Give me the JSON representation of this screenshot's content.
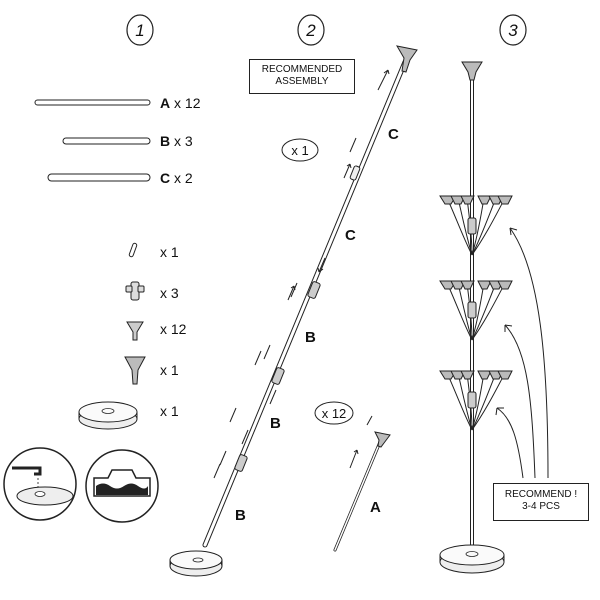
{
  "steps": [
    "1",
    "2",
    "3"
  ],
  "parts": [
    {
      "letter": "A",
      "qty": "x 12"
    },
    {
      "letter": "B",
      "qty": "x 3"
    },
    {
      "letter": "C",
      "qty": "x 2"
    }
  ],
  "small_parts_qty": [
    "x 1",
    "x 3",
    "x 12",
    "x 1",
    "x 1"
  ],
  "assembly": {
    "recommended_line1": "RECOMMENDED",
    "recommended_line2": "ASSEMBLY",
    "multiplier": "x 1",
    "rod_labels": [
      "C",
      "C",
      "B",
      "B",
      "B"
    ],
    "stick_multiplier": "x 12",
    "stick_label": "A"
  },
  "recommend": {
    "line1": "RECOMMEND !",
    "line2": "3-4 PCS"
  }
}
